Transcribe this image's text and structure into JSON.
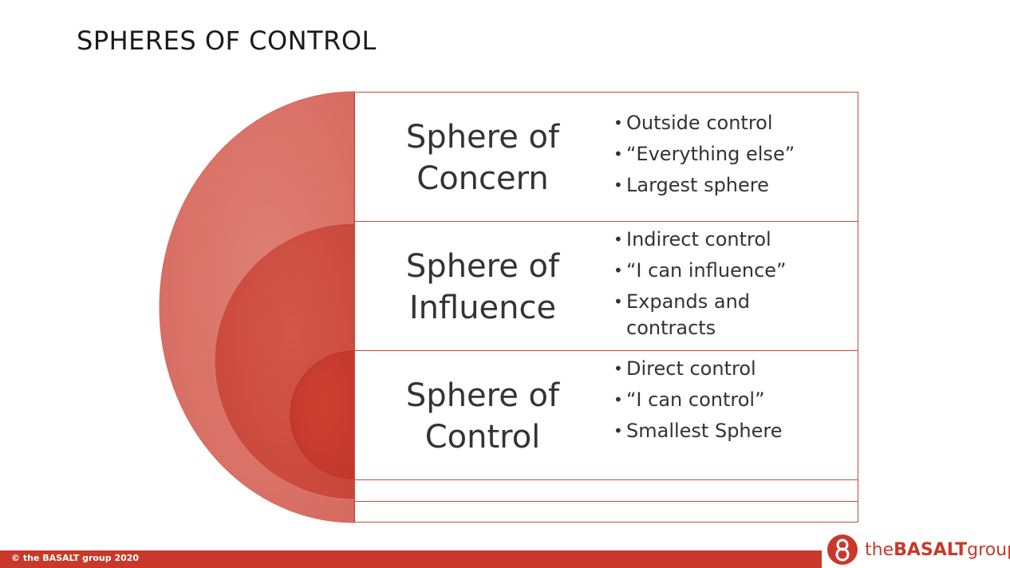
{
  "title": "SPHERES OF CONTROL",
  "rows": [
    {
      "label_line1": "Sphere of",
      "label_line2": "Concern",
      "bullets": [
        "Outside control",
        "“Everything else”",
        "Largest sphere"
      ]
    },
    {
      "label_line1": "Sphere of",
      "label_line2": "Influence",
      "bullets": [
        "Indirect control",
        "“I can influence”",
        "Expands and contracts"
      ]
    },
    {
      "label_line1": "Sphere of",
      "label_line2": "Control",
      "bullets": [
        "Direct control",
        "“I can control”",
        "Smallest Sphere"
      ]
    }
  ],
  "colors": {
    "outer_sphere": "#db766c",
    "middle_sphere": "#cf4d42",
    "inner_sphere": "#c93d30",
    "border": "#c94b3d",
    "footer": "#c8392b"
  },
  "footer": {
    "copyright": "© the BASALT group 2020"
  },
  "logo": {
    "prefix": "the",
    "bold": "BASALT",
    "suffix": "group",
    "icon": "basalt-logo-icon"
  }
}
